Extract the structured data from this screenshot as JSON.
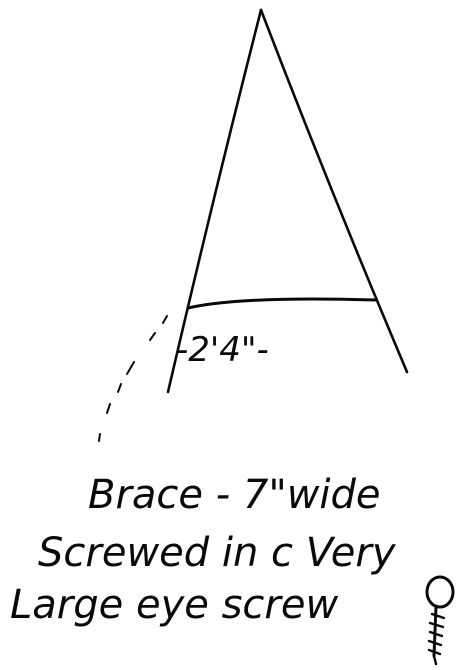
{
  "sketch": {
    "dimension_label": "-2'4\"-",
    "note_lines": [
      "Brace - 7\"wide",
      "Screwed in c Very",
      "Large eye screw"
    ],
    "ink_color": "#0a0a0a"
  }
}
